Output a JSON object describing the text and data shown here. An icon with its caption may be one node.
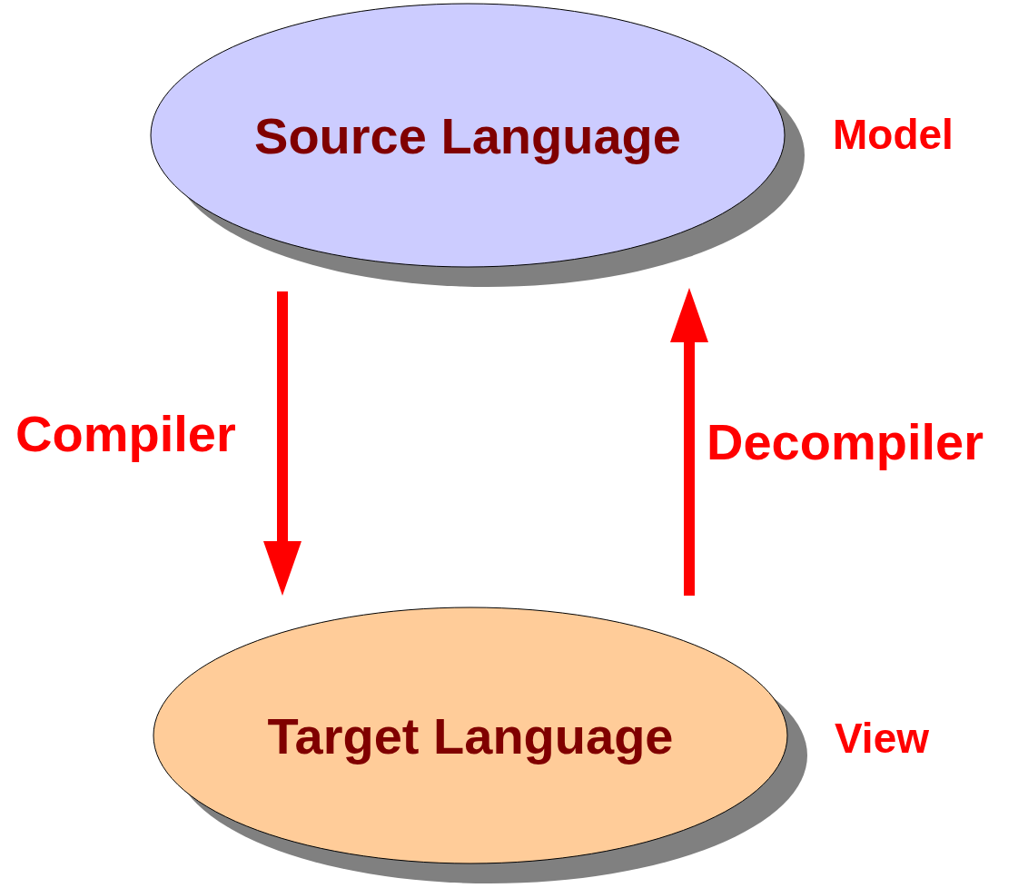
{
  "diagram": {
    "nodes": [
      {
        "text": [
          "Source Language"
        ],
        "beside": [
          "Model"
        ]
      },
      {
        "text": [
          "Target Language"
        ],
        "beside": [
          "View"
        ]
      }
    ],
    "edges": [
      {
        "from": 0,
        "to": 1,
        "arrow": "to",
        "label": "Compiler"
      },
      {
        "from": 1,
        "to": 0,
        "arrow": "to",
        "label": "Decompiler"
      }
    ]
  }
}
